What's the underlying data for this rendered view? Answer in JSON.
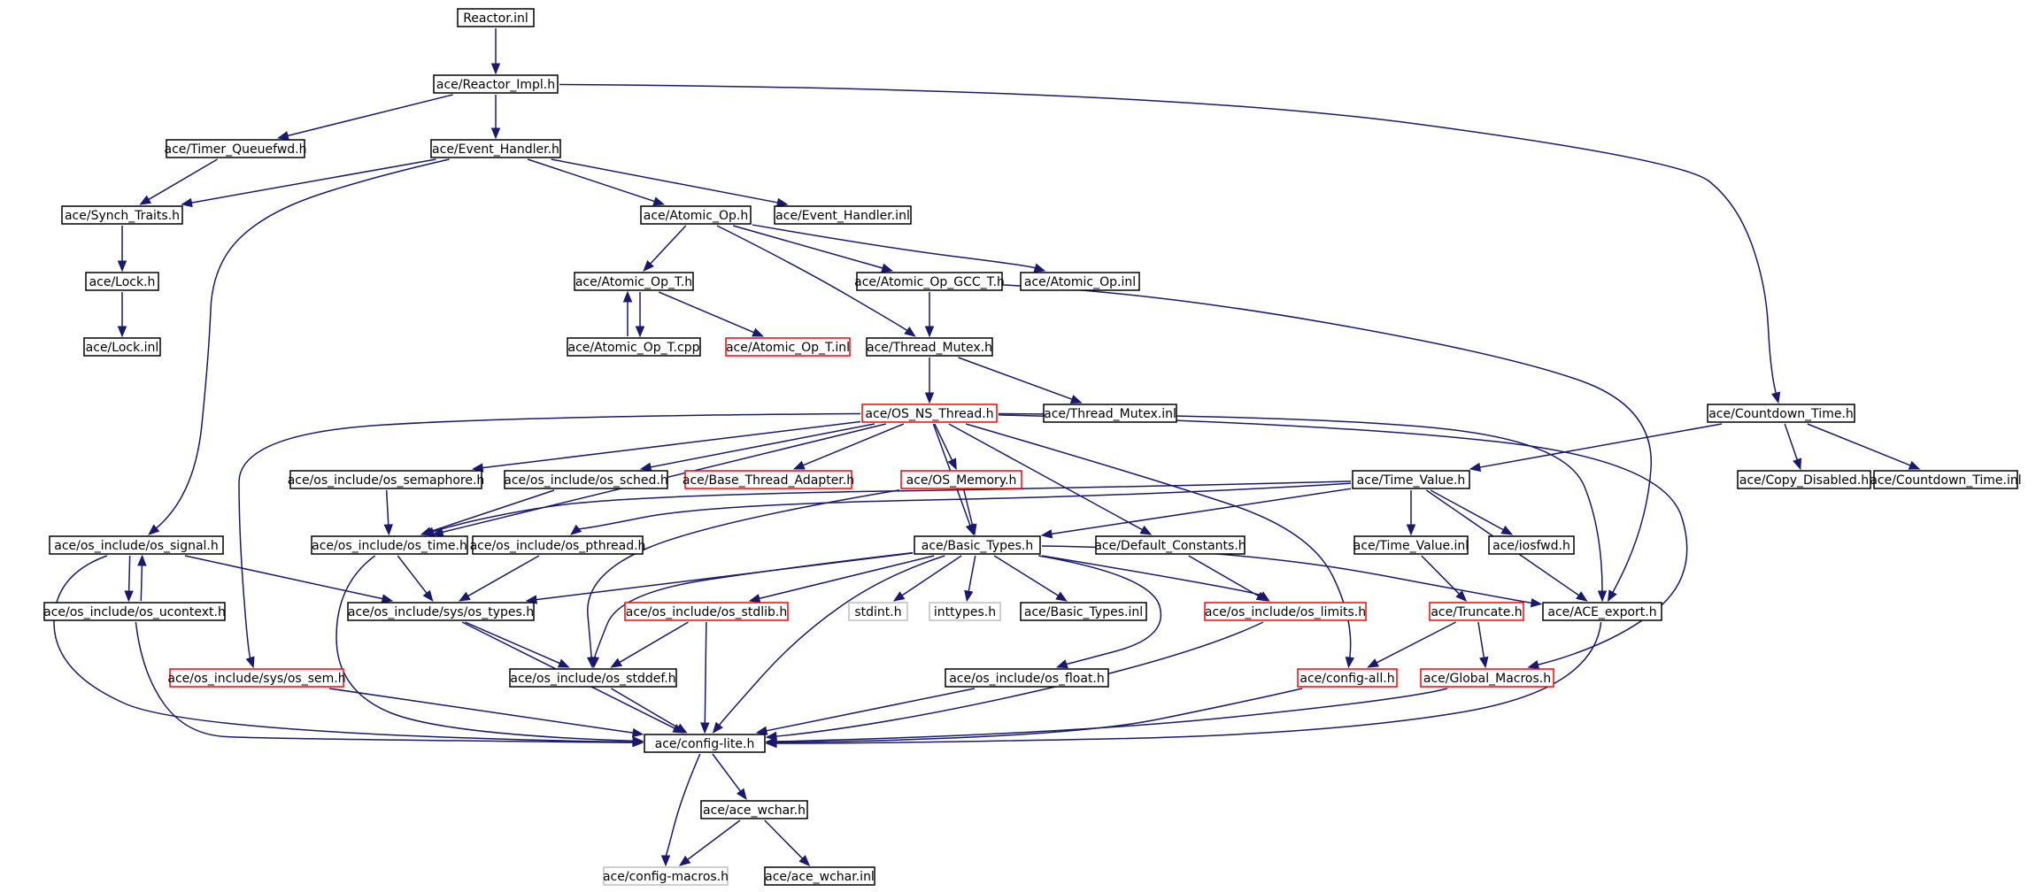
{
  "colors": {
    "edge": "#191970",
    "border_normal": "#000000",
    "border_truncated": "#ff0000",
    "border_external": "#bfbfbf",
    "root_fill": "#bfbfbf"
  },
  "nodes": [
    {
      "id": "reactor_inl",
      "label": "Reactor.inl",
      "kind": "root"
    },
    {
      "id": "reactor_impl_h",
      "label": "ace/Reactor_Impl.h",
      "kind": "normal"
    },
    {
      "id": "timer_queuefwd_h",
      "label": "ace/Timer_Queuefwd.h",
      "kind": "normal"
    },
    {
      "id": "event_handler_h",
      "label": "ace/Event_Handler.h",
      "kind": "normal"
    },
    {
      "id": "synch_traits_h",
      "label": "ace/Synch_Traits.h",
      "kind": "normal"
    },
    {
      "id": "atomic_op_h",
      "label": "ace/Atomic_Op.h",
      "kind": "normal"
    },
    {
      "id": "event_handler_inl",
      "label": "ace/Event_Handler.inl",
      "kind": "normal"
    },
    {
      "id": "lock_h",
      "label": "ace/Lock.h",
      "kind": "normal"
    },
    {
      "id": "atomic_op_t_h",
      "label": "ace/Atomic_Op_T.h",
      "kind": "normal"
    },
    {
      "id": "atomic_op_gcc_t_h",
      "label": "ace/Atomic_Op_GCC_T.h",
      "kind": "normal"
    },
    {
      "id": "atomic_op_inl",
      "label": "ace/Atomic_Op.inl",
      "kind": "normal"
    },
    {
      "id": "lock_inl",
      "label": "ace/Lock.inl",
      "kind": "normal"
    },
    {
      "id": "atomic_op_t_cpp",
      "label": "ace/Atomic_Op_T.cpp",
      "kind": "normal"
    },
    {
      "id": "atomic_op_t_inl",
      "label": "ace/Atomic_Op_T.inl",
      "kind": "truncated"
    },
    {
      "id": "thread_mutex_h",
      "label": "ace/Thread_Mutex.h",
      "kind": "normal"
    },
    {
      "id": "os_ns_thread_h",
      "label": "ace/OS_NS_Thread.h",
      "kind": "truncated"
    },
    {
      "id": "thread_mutex_inl",
      "label": "ace/Thread_Mutex.inl",
      "kind": "normal"
    },
    {
      "id": "countdown_time_h",
      "label": "ace/Countdown_Time.h",
      "kind": "normal"
    },
    {
      "id": "os_semaphore_h",
      "label": "ace/os_include/os_semaphore.h",
      "kind": "normal"
    },
    {
      "id": "os_sched_h",
      "label": "ace/os_include/os_sched.h",
      "kind": "normal"
    },
    {
      "id": "base_thread_adapter_h",
      "label": "ace/Base_Thread_Adapter.h",
      "kind": "truncated"
    },
    {
      "id": "os_memory_h",
      "label": "ace/OS_Memory.h",
      "kind": "truncated"
    },
    {
      "id": "time_value_h",
      "label": "ace/Time_Value.h",
      "kind": "normal"
    },
    {
      "id": "copy_disabled_h",
      "label": "ace/Copy_Disabled.h",
      "kind": "normal"
    },
    {
      "id": "countdown_time_inl",
      "label": "ace/Countdown_Time.inl",
      "kind": "normal"
    },
    {
      "id": "os_signal_h",
      "label": "ace/os_include/os_signal.h",
      "kind": "normal"
    },
    {
      "id": "os_time_h",
      "label": "ace/os_include/os_time.h",
      "kind": "normal"
    },
    {
      "id": "os_pthread_h",
      "label": "ace/os_include/os_pthread.h",
      "kind": "normal"
    },
    {
      "id": "basic_types_h",
      "label": "ace/Basic_Types.h",
      "kind": "normal"
    },
    {
      "id": "default_constants_h",
      "label": "ace/Default_Constants.h",
      "kind": "normal"
    },
    {
      "id": "time_value_inl",
      "label": "ace/Time_Value.inl",
      "kind": "normal"
    },
    {
      "id": "iosfwd_h",
      "label": "ace/iosfwd.h",
      "kind": "normal"
    },
    {
      "id": "os_ucontext_h",
      "label": "ace/os_include/os_ucontext.h",
      "kind": "normal"
    },
    {
      "id": "sys_os_types_h",
      "label": "ace/os_include/sys/os_types.h",
      "kind": "normal"
    },
    {
      "id": "os_stdlib_h",
      "label": "ace/os_include/os_stdlib.h",
      "kind": "truncated"
    },
    {
      "id": "stdint_h",
      "label": "stdint.h",
      "kind": "external"
    },
    {
      "id": "inttypes_h",
      "label": "inttypes.h",
      "kind": "external"
    },
    {
      "id": "basic_types_inl",
      "label": "ace/Basic_Types.inl",
      "kind": "normal"
    },
    {
      "id": "os_limits_h",
      "label": "ace/os_include/os_limits.h",
      "kind": "truncated"
    },
    {
      "id": "truncate_h",
      "label": "ace/Truncate.h",
      "kind": "truncated"
    },
    {
      "id": "ace_export_h",
      "label": "ace/ACE_export.h",
      "kind": "normal"
    },
    {
      "id": "sys_os_sem_h",
      "label": "ace/os_include/sys/os_sem.h",
      "kind": "truncated"
    },
    {
      "id": "os_stddef_h",
      "label": "ace/os_include/os_stddef.h",
      "kind": "normal"
    },
    {
      "id": "os_float_h",
      "label": "ace/os_include/os_float.h",
      "kind": "normal"
    },
    {
      "id": "config_all_h",
      "label": "ace/config-all.h",
      "kind": "truncated"
    },
    {
      "id": "global_macros_h",
      "label": "ace/Global_Macros.h",
      "kind": "truncated"
    },
    {
      "id": "config_lite_h",
      "label": "ace/config-lite.h",
      "kind": "normal"
    },
    {
      "id": "ace_wchar_h",
      "label": "ace/ace_wchar.h",
      "kind": "normal"
    },
    {
      "id": "config_macros_h",
      "label": "ace/config-macros.h",
      "kind": "external"
    },
    {
      "id": "ace_wchar_inl",
      "label": "ace/ace_wchar.inl",
      "kind": "normal"
    }
  ],
  "edges": [
    [
      "reactor_inl",
      "reactor_impl_h"
    ],
    [
      "reactor_impl_h",
      "timer_queuefwd_h"
    ],
    [
      "reactor_impl_h",
      "event_handler_h"
    ],
    [
      "reactor_impl_h",
      "countdown_time_h"
    ],
    [
      "timer_queuefwd_h",
      "synch_traits_h"
    ],
    [
      "event_handler_h",
      "synch_traits_h"
    ],
    [
      "event_handler_h",
      "atomic_op_h"
    ],
    [
      "event_handler_h",
      "event_handler_inl"
    ],
    [
      "event_handler_h",
      "os_signal_h"
    ],
    [
      "synch_traits_h",
      "lock_h"
    ],
    [
      "lock_h",
      "lock_inl"
    ],
    [
      "atomic_op_h",
      "atomic_op_t_h"
    ],
    [
      "atomic_op_h",
      "atomic_op_gcc_t_h"
    ],
    [
      "atomic_op_h",
      "atomic_op_inl"
    ],
    [
      "atomic_op_h",
      "thread_mutex_h"
    ],
    [
      "atomic_op_t_h",
      "atomic_op_t_cpp"
    ],
    [
      "atomic_op_t_cpp",
      "atomic_op_t_h"
    ],
    [
      "atomic_op_t_h",
      "atomic_op_t_inl"
    ],
    [
      "atomic_op_gcc_t_h",
      "thread_mutex_h"
    ],
    [
      "atomic_op_gcc_t_h",
      "ace_export_h"
    ],
    [
      "thread_mutex_h",
      "os_ns_thread_h"
    ],
    [
      "thread_mutex_h",
      "thread_mutex_inl"
    ],
    [
      "os_ns_thread_h",
      "os_semaphore_h"
    ],
    [
      "os_ns_thread_h",
      "os_sched_h"
    ],
    [
      "os_ns_thread_h",
      "base_thread_adapter_h"
    ],
    [
      "os_ns_thread_h",
      "os_memory_h"
    ],
    [
      "os_ns_thread_h",
      "os_time_h"
    ],
    [
      "os_ns_thread_h",
      "basic_types_h"
    ],
    [
      "os_ns_thread_h",
      "default_constants_h"
    ],
    [
      "os_ns_thread_h",
      "sys_os_sem_h"
    ],
    [
      "os_ns_thread_h",
      "config_all_h"
    ],
    [
      "os_ns_thread_h",
      "ace_export_h"
    ],
    [
      "os_ns_thread_h",
      "global_macros_h"
    ],
    [
      "countdown_time_h",
      "time_value_h"
    ],
    [
      "countdown_time_h",
      "copy_disabled_h"
    ],
    [
      "countdown_time_h",
      "countdown_time_inl"
    ],
    [
      "os_semaphore_h",
      "os_time_h"
    ],
    [
      "os_sched_h",
      "os_time_h"
    ],
    [
      "os_memory_h",
      "basic_types_h"
    ],
    [
      "os_memory_h",
      "os_stddef_h"
    ],
    [
      "time_value_h",
      "basic_types_h"
    ],
    [
      "time_value_h",
      "time_value_inl"
    ],
    [
      "time_value_h",
      "iosfwd_h"
    ],
    [
      "time_value_h",
      "os_time_h"
    ],
    [
      "time_value_h",
      "ace_export_h"
    ],
    [
      "time_value_h",
      "os_pthread_h"
    ],
    [
      "os_signal_h",
      "os_ucontext_h"
    ],
    [
      "os_ucontext_h",
      "os_signal_h"
    ],
    [
      "os_signal_h",
      "sys_os_types_h"
    ],
    [
      "os_signal_h",
      "config_lite_h"
    ],
    [
      "os_time_h",
      "sys_os_types_h"
    ],
    [
      "os_time_h",
      "config_lite_h"
    ],
    [
      "os_pthread_h",
      "sys_os_types_h"
    ],
    [
      "basic_types_h",
      "sys_os_types_h"
    ],
    [
      "basic_types_h",
      "os_stdlib_h"
    ],
    [
      "basic_types_h",
      "stdint_h"
    ],
    [
      "basic_types_h",
      "inttypes_h"
    ],
    [
      "basic_types_h",
      "basic_types_inl"
    ],
    [
      "basic_types_h",
      "os_limits_h"
    ],
    [
      "basic_types_h",
      "ace_export_h"
    ],
    [
      "basic_types_h",
      "os_float_h"
    ],
    [
      "basic_types_h",
      "config_lite_h"
    ],
    [
      "basic_types_h",
      "os_stddef_h"
    ],
    [
      "default_constants_h",
      "os_limits_h"
    ],
    [
      "time_value_inl",
      "truncate_h"
    ],
    [
      "truncate_h",
      "config_all_h"
    ],
    [
      "truncate_h",
      "global_macros_h"
    ],
    [
      "os_ucontext_h",
      "config_lite_h"
    ],
    [
      "sys_os_types_h",
      "os_stddef_h"
    ],
    [
      "sys_os_types_h",
      "config_lite_h"
    ],
    [
      "os_stdlib_h",
      "os_stddef_h"
    ],
    [
      "os_stdlib_h",
      "config_lite_h"
    ],
    [
      "os_limits_h",
      "config_lite_h"
    ],
    [
      "ace_export_h",
      "config_lite_h"
    ],
    [
      "sys_os_sem_h",
      "config_lite_h"
    ],
    [
      "os_stddef_h",
      "config_lite_h"
    ],
    [
      "os_float_h",
      "config_lite_h"
    ],
    [
      "config_all_h",
      "config_lite_h"
    ],
    [
      "global_macros_h",
      "config_lite_h"
    ],
    [
      "config_lite_h",
      "ace_wchar_h"
    ],
    [
      "config_lite_h",
      "config_macros_h"
    ],
    [
      "ace_wchar_h",
      "config_macros_h"
    ],
    [
      "ace_wchar_h",
      "ace_wchar_inl"
    ]
  ]
}
